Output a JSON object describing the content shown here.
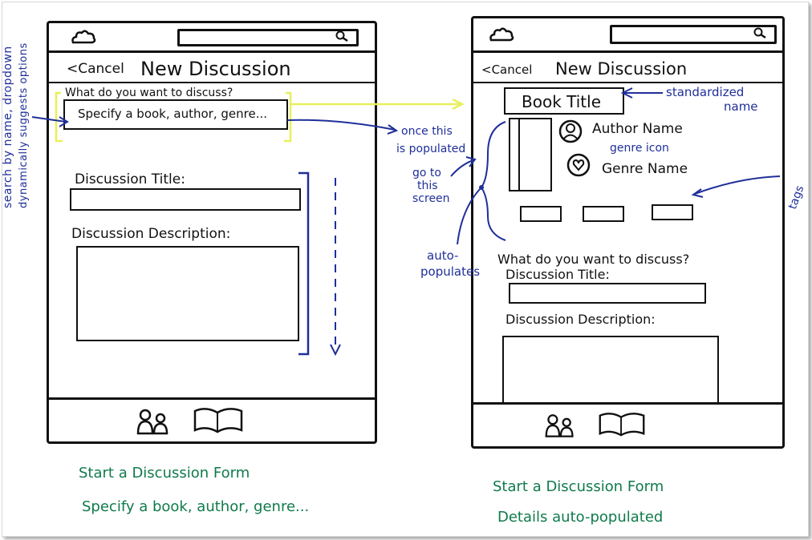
{
  "left_screen": {
    "cancel": "<Cancel",
    "title": "New Discussion",
    "question": "What do you want to discuss?",
    "search_placeholder": "Specify a book, author, genre...",
    "discussion_title_label": "Discussion Title:",
    "discussion_description_label": "Discussion Description:"
  },
  "right_screen": {
    "cancel": "<Cancel",
    "title": "New Discussion",
    "book_title": "Book Title",
    "author_name": "Author Name",
    "genre_icon_note": "genre icon",
    "genre_name": "Genre Name",
    "question": "What do you want to discuss?",
    "discussion_title_label": "Discussion Title:",
    "discussion_description_label": "Discussion Description:"
  },
  "annotations": {
    "search_note_line1": "search by name, dropdown",
    "search_note_line2": "dynamically suggests options",
    "once_populated_line1": "once this",
    "once_populated_line2": "is populated",
    "go_to_line1": "go to",
    "go_to_line2": "this",
    "go_to_line3": "screen",
    "auto_populates_line1": "auto-",
    "auto_populates_line2": "populates",
    "standardized_line1": "standardized",
    "standardized_line2": "name",
    "tags": "tags"
  },
  "captions": {
    "left_line1": "Start a Discussion Form",
    "left_line2": "Specify a book, author, genre...",
    "right_line1": "Start a Discussion Form",
    "right_line2": "Details auto-populated"
  },
  "colors": {
    "ink": "#111111",
    "annotation_blue": "#1f2f9a",
    "caption_green": "#0f7a4c",
    "highlight_yellow": "#e8ef5a"
  }
}
